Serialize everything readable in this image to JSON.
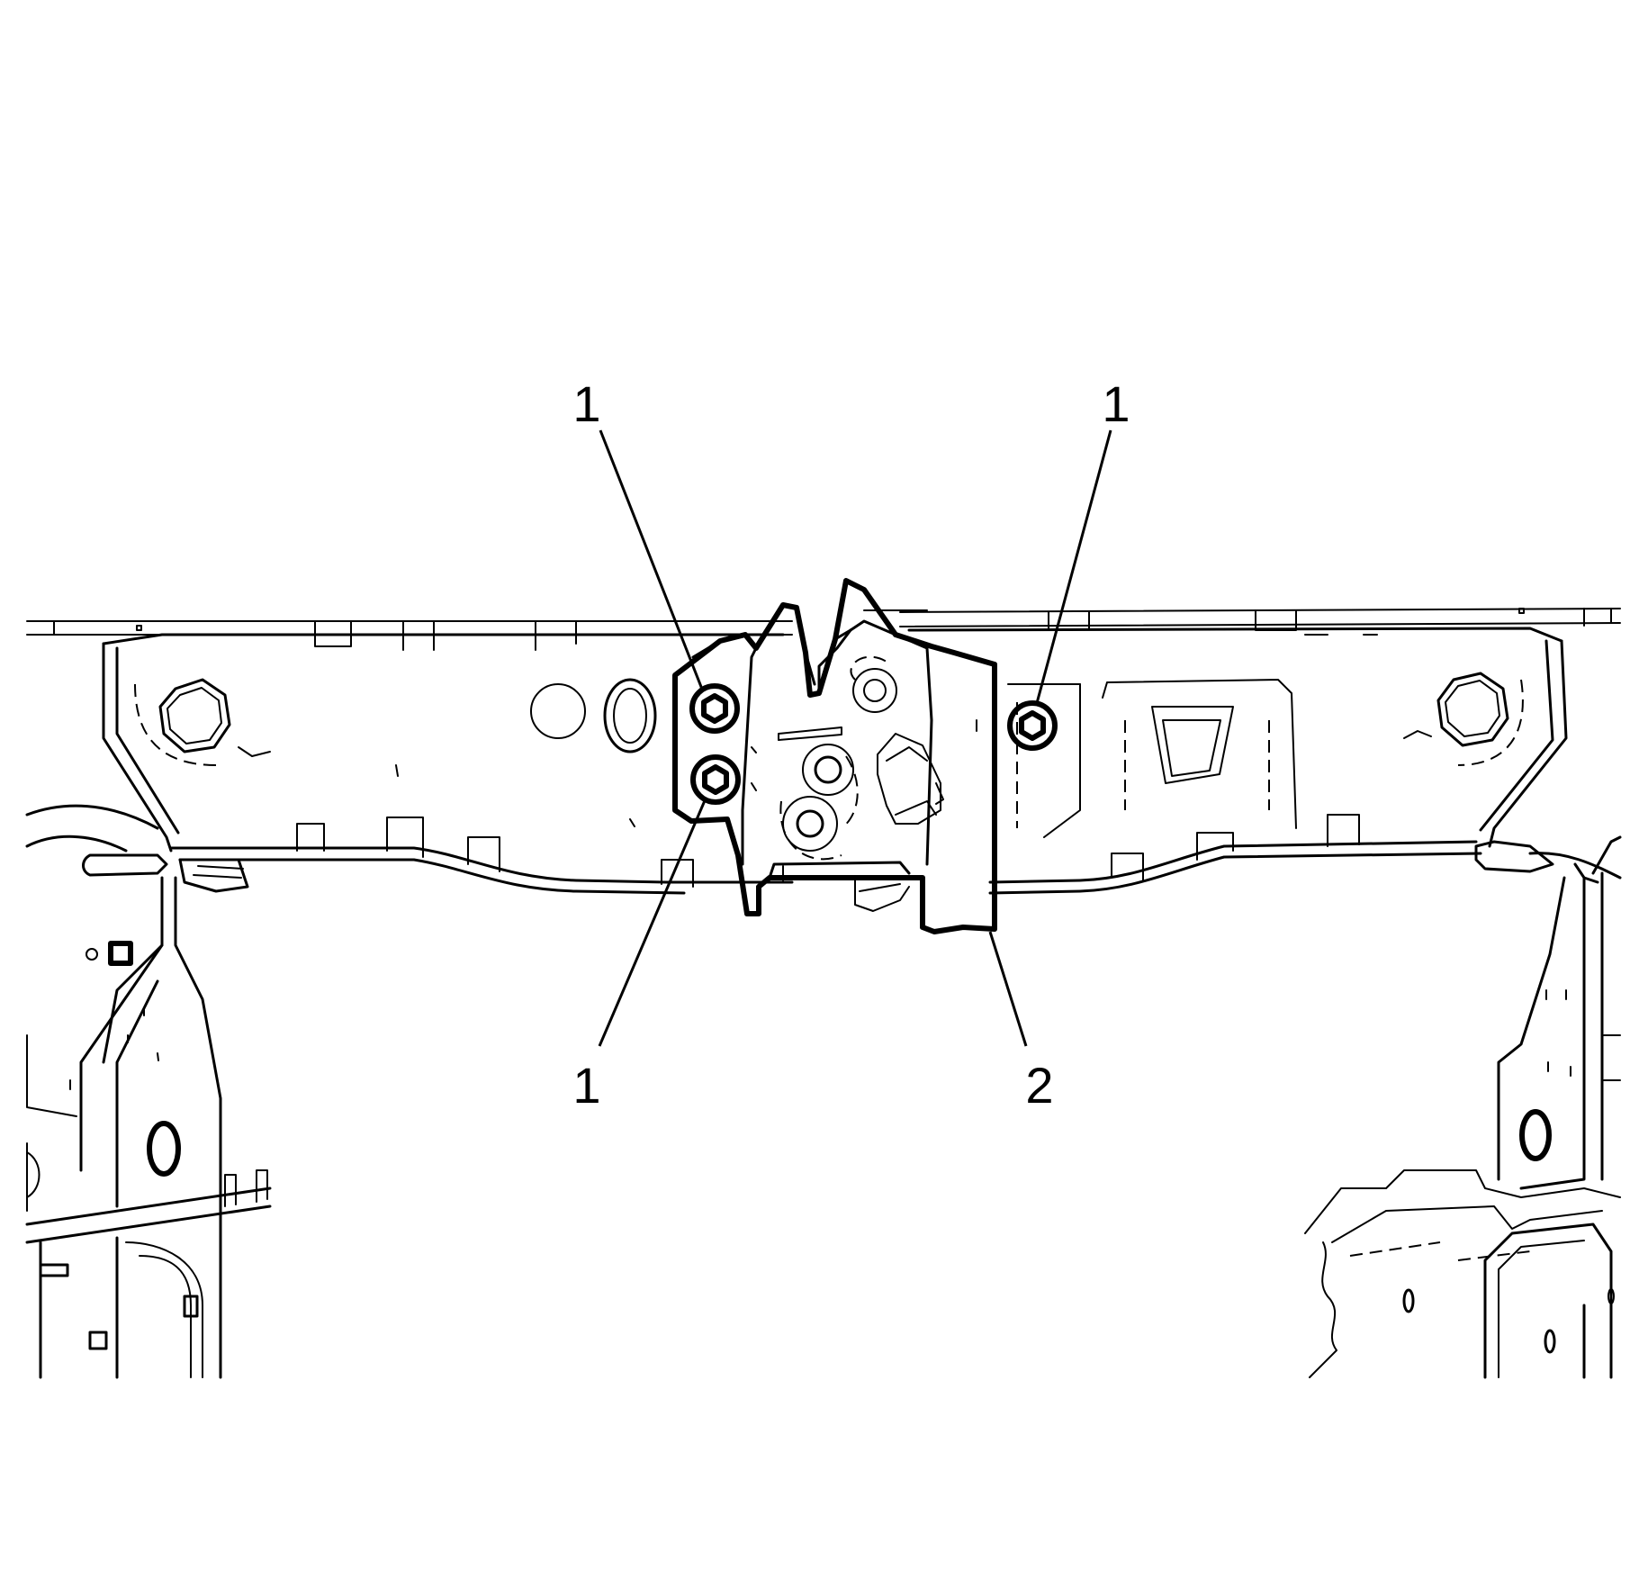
{
  "figure": {
    "callouts": [
      {
        "id": "nut-upper-left",
        "text": "1"
      },
      {
        "id": "nut-upper-right",
        "text": "1"
      },
      {
        "id": "nut-lower-left",
        "text": "1"
      },
      {
        "id": "latch",
        "text": "2"
      }
    ]
  },
  "colors": {
    "line": "#000000",
    "background": "#ffffff"
  }
}
